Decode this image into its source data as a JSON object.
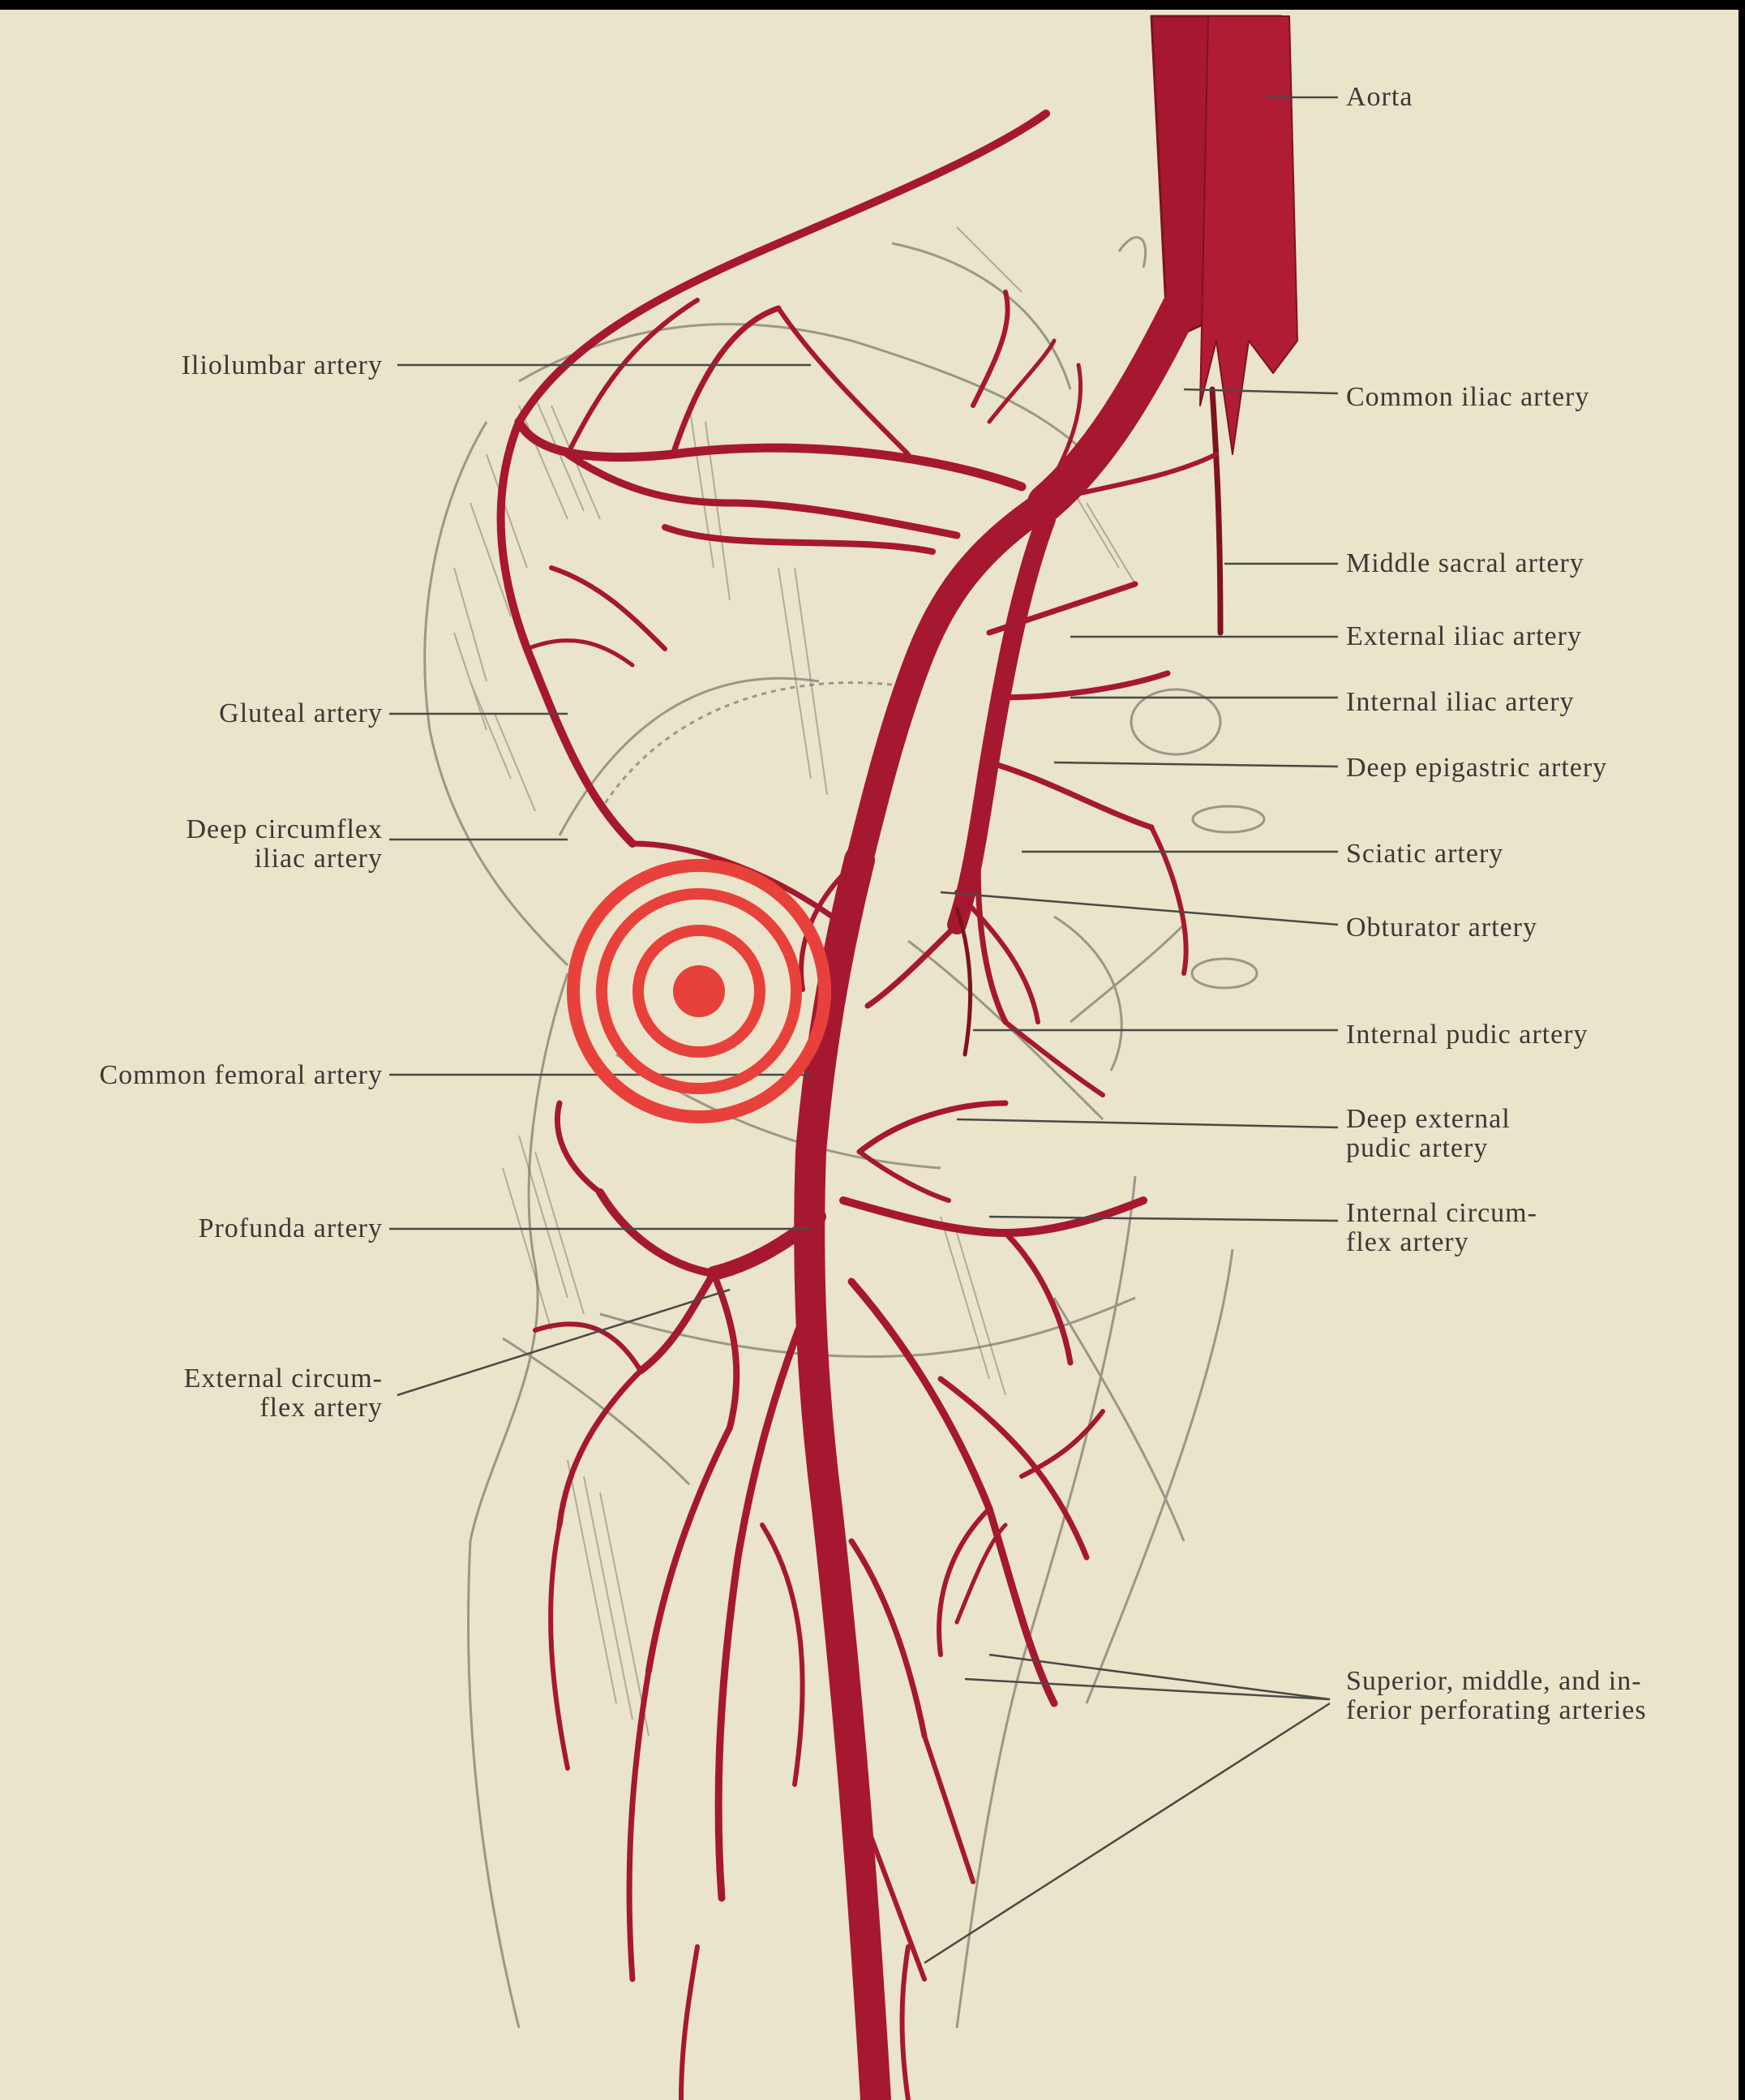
{
  "colors": {
    "paper": "#e9e4ca",
    "artery": "#a6182f",
    "artery_dark": "#7d1220",
    "ink": "#3a3a34",
    "target": "#e8413c"
  },
  "labels": {
    "aorta": "Aorta",
    "common_iliac": "Common iliac artery",
    "middle_sacral": "Middle sacral artery",
    "external_iliac": "External iliac artery",
    "internal_iliac": "Internal iliac artery",
    "deep_epigastric": "Deep epigastric artery",
    "sciatic": "Sciatic artery",
    "obturator": "Obturator artery",
    "internal_pudic": "Internal pudic artery",
    "deep_external_pudic": "Deep external\npudic artery",
    "internal_circumflex": "Internal circum-\nflex artery",
    "perforating": "Superior, middle, and in-\nferior perforating arteries",
    "iliolumbar": "Iliolumbar artery",
    "gluteal": "Gluteal artery",
    "deep_circumflex_iliac": "Deep circumflex\niliac artery",
    "common_femoral": "Common femoral artery",
    "profunda": "Profunda artery",
    "external_circumflex": "External circum-\nflex artery"
  },
  "icons": {
    "target": "target-icon"
  }
}
